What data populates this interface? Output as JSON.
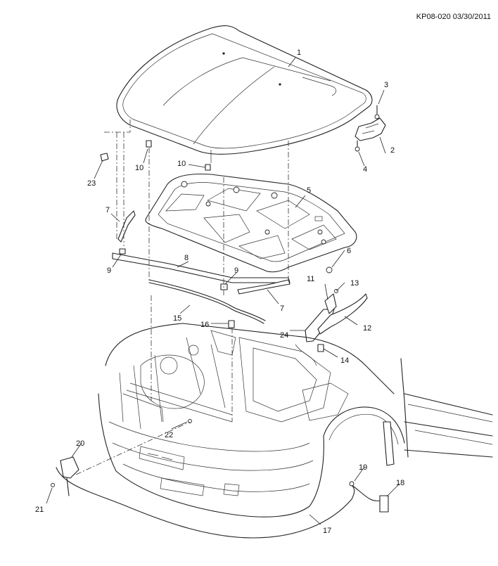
{
  "document": {
    "id": "KP08-020 03/30/2011"
  },
  "callouts": [
    "1",
    "2",
    "3",
    "4",
    "5",
    "6",
    "7",
    "7",
    "8",
    "9",
    "9",
    "10",
    "10",
    "11",
    "12",
    "13",
    "14",
    "15",
    "16",
    "17",
    "18",
    "19",
    "20",
    "21",
    "22",
    "23",
    "24"
  ]
}
